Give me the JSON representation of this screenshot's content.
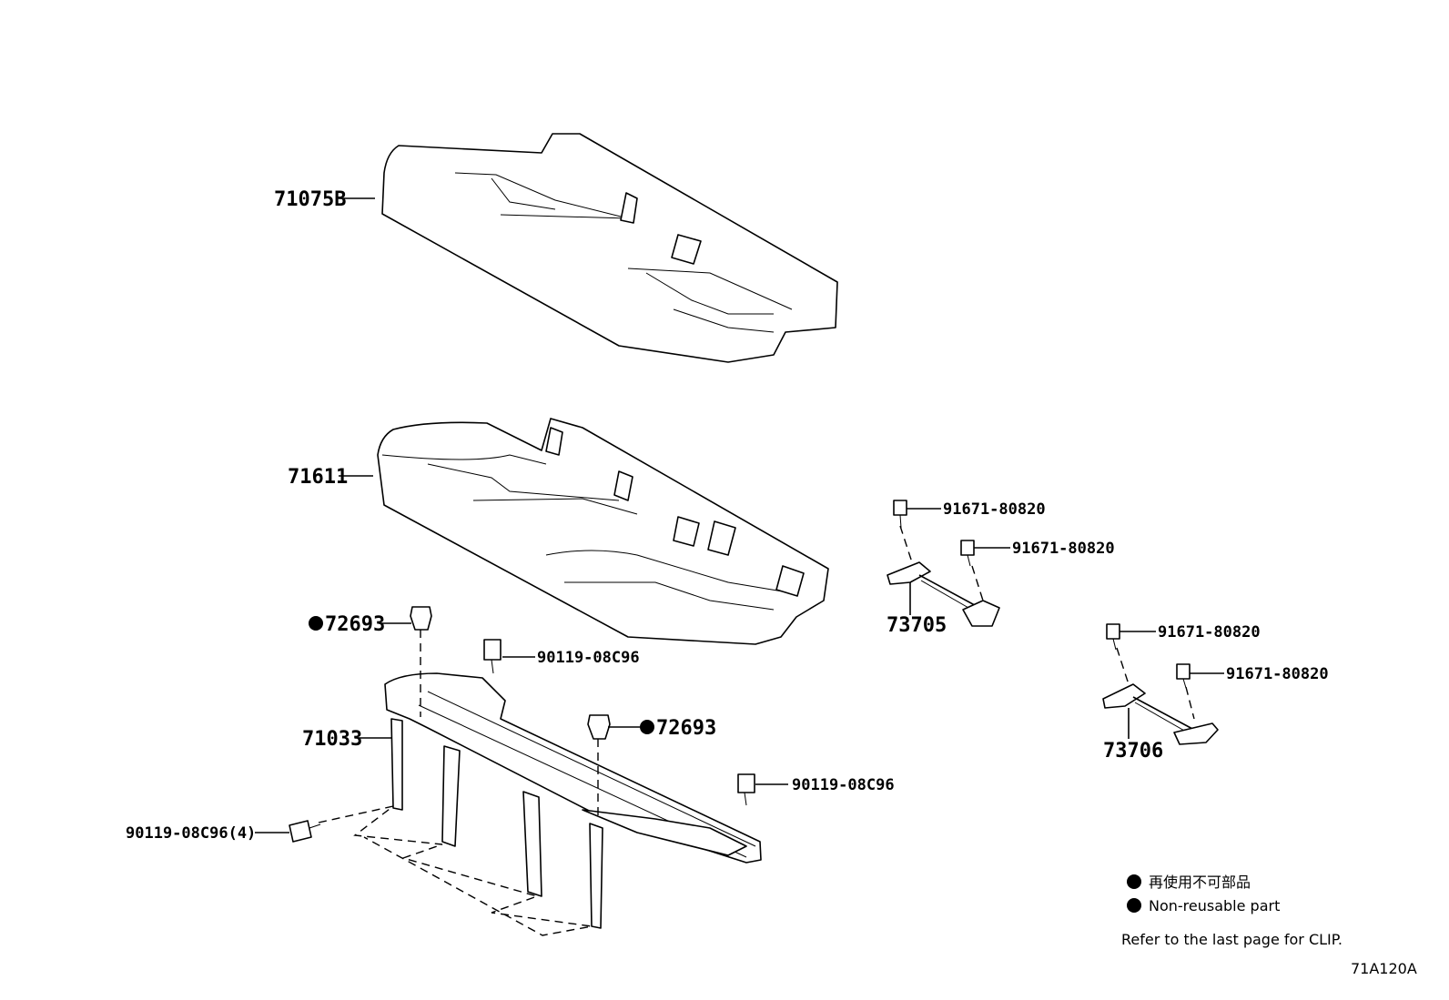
{
  "labels": {
    "seat_cover": "71075B",
    "cushion_pad": "71611",
    "frame": "71033",
    "clip_top": "72693",
    "clip_mid": "72693",
    "bolt_frame_top": "90119-08C96",
    "bolt_frame_right": "90119-08C96",
    "bolt_frame_left": "90119-08C96(4)",
    "hook_left": "73705",
    "hook_right": "73706",
    "bolt_hook_l1": "91671-80820",
    "bolt_hook_l2": "91671-80820",
    "bolt_hook_r1": "91671-80820",
    "bolt_hook_r2": "91671-80820"
  },
  "legend": {
    "line_jp": "再使用不可部品",
    "line_en": "Non-reusable part",
    "clip_note": "Refer to the last page for CLIP."
  },
  "diagram_code": "71A120A",
  "colors": {
    "ink": "#000000",
    "background": "#ffffff"
  }
}
